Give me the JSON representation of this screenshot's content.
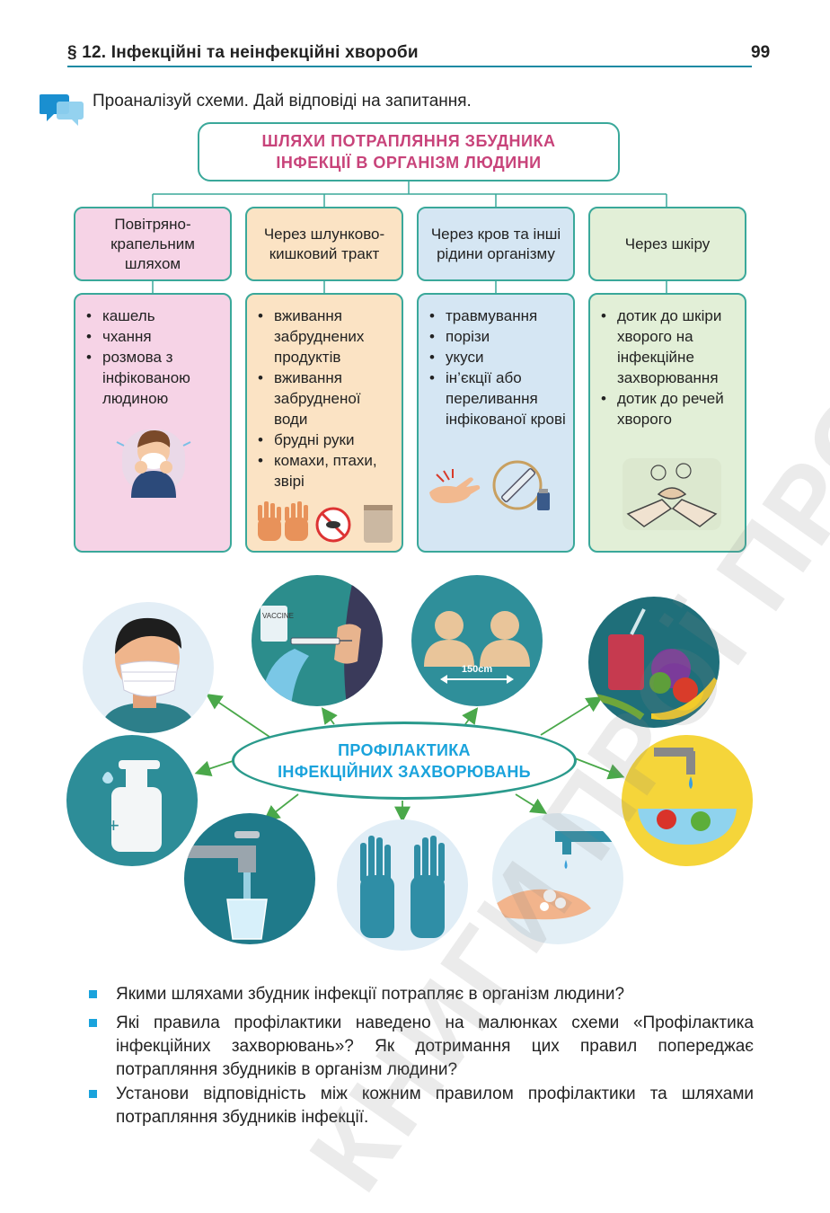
{
  "header": {
    "title": "§ 12. Інфекційні та неінфекційні хвороби",
    "page_number": "99"
  },
  "instruction": "Проаналізуй схеми. Дай відповіді на запитання.",
  "schema": {
    "title_line1": "ШЛЯХИ ПОТРАПЛЯННЯ ЗБУДНИКА",
    "title_line2": "ІНФЕКЦІЇ В ОРГАНІЗМ ЛЮДИНИ",
    "columns": [
      {
        "category": "Повітряно-крапельним шляхом",
        "items": [
          "кашель",
          "чхання",
          "розмова з інфікованою людиною"
        ]
      },
      {
        "category": "Через шлунково-кишковий тракт",
        "items": [
          "вживання забруднених продуктів",
          "вживання забрудненої води",
          "брудні руки",
          "комахи, птахи, звірі"
        ]
      },
      {
        "category": "Через кров та інші рідини організму",
        "items": [
          "травмування",
          "порізи",
          "укуси",
          "ін’єкції або переливання інфікованої крові"
        ]
      },
      {
        "category": "Через шкіру",
        "items": [
          "дотик до шкіри хворого на інфекційне захворювання",
          "дотик до речей хворого"
        ]
      }
    ]
  },
  "prophylaxis": {
    "title_line1": "ПРОФІЛАКТИКА",
    "title_line2": "ІНФЕКЦІЙНИХ ЗАХВОРЮВАНЬ",
    "vaccine_label": "VACCINE",
    "distance_label": "150cm",
    "pictures": [
      "mask",
      "vaccination",
      "distance",
      "healthy-food",
      "washing-produce",
      "hand-sanitizer",
      "clean-water",
      "gloves",
      "hand-washing"
    ]
  },
  "questions": [
    "Якими шляхами збудник інфекції потрапляє в організм людини?",
    "Які правила профілактики наведено на малюнках схеми «Профілактика інфекційних захворювань»? Як дотримання цих правил попереджає потрапляння збудників в організм людини?",
    "Установи відповідність між кожним правилом профілактики та шляхами потрапляння збудників інфекції."
  ],
  "watermark": "КНИГИ ПРОЇ ПРО УЧНІВ",
  "colors": {
    "accent": "#1aa3dc",
    "teal": "#3aa89a",
    "title_pink": "#c8437a"
  }
}
